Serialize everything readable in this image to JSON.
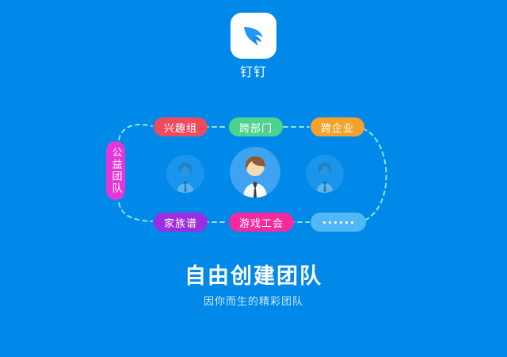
{
  "background_color": "#0089e8",
  "brand": {
    "name": "钉钉",
    "logo_icon": "dingtalk-wing-logo-icon",
    "logo_tile_color": "#ffffff",
    "logo_mark_color": "#2196f3"
  },
  "diagram": {
    "connector_color": "#8fe3f0",
    "connector_style": "dashed",
    "nodes": [
      {
        "id": "charity",
        "label": "公益团队",
        "color": "#e536d8",
        "orientation": "vertical"
      },
      {
        "id": "interest",
        "label": "兴趣组",
        "color": "#ef4b5e",
        "orientation": "horizontal"
      },
      {
        "id": "dept",
        "label": "跨部门",
        "color": "#4ed38f",
        "orientation": "horizontal"
      },
      {
        "id": "company",
        "label": "跨企业",
        "color": "#f5a22d",
        "orientation": "horizontal"
      },
      {
        "id": "family",
        "label": "家族谱",
        "color": "#9b2fe0",
        "orientation": "horizontal"
      },
      {
        "id": "guild",
        "label": "游戏工会",
        "color": "#f42a9e",
        "orientation": "horizontal"
      },
      {
        "id": "more",
        "label": "••••••",
        "color": "#4fb8f5",
        "orientation": "horizontal",
        "icon": "ellipsis-dots-icon",
        "dot_count": 6
      }
    ],
    "avatars": [
      {
        "id": "left",
        "icon": "person-avatar-icon",
        "state": "faded"
      },
      {
        "id": "main",
        "icon": "person-avatar-icon",
        "state": "highlighted"
      },
      {
        "id": "right",
        "icon": "person-avatar-icon",
        "state": "faded"
      }
    ]
  },
  "headline": {
    "title": "自由创建团队",
    "subtitle": "因你而生的精彩团队",
    "title_color": "#ffffff",
    "subtitle_color": "#cfe8fb"
  }
}
